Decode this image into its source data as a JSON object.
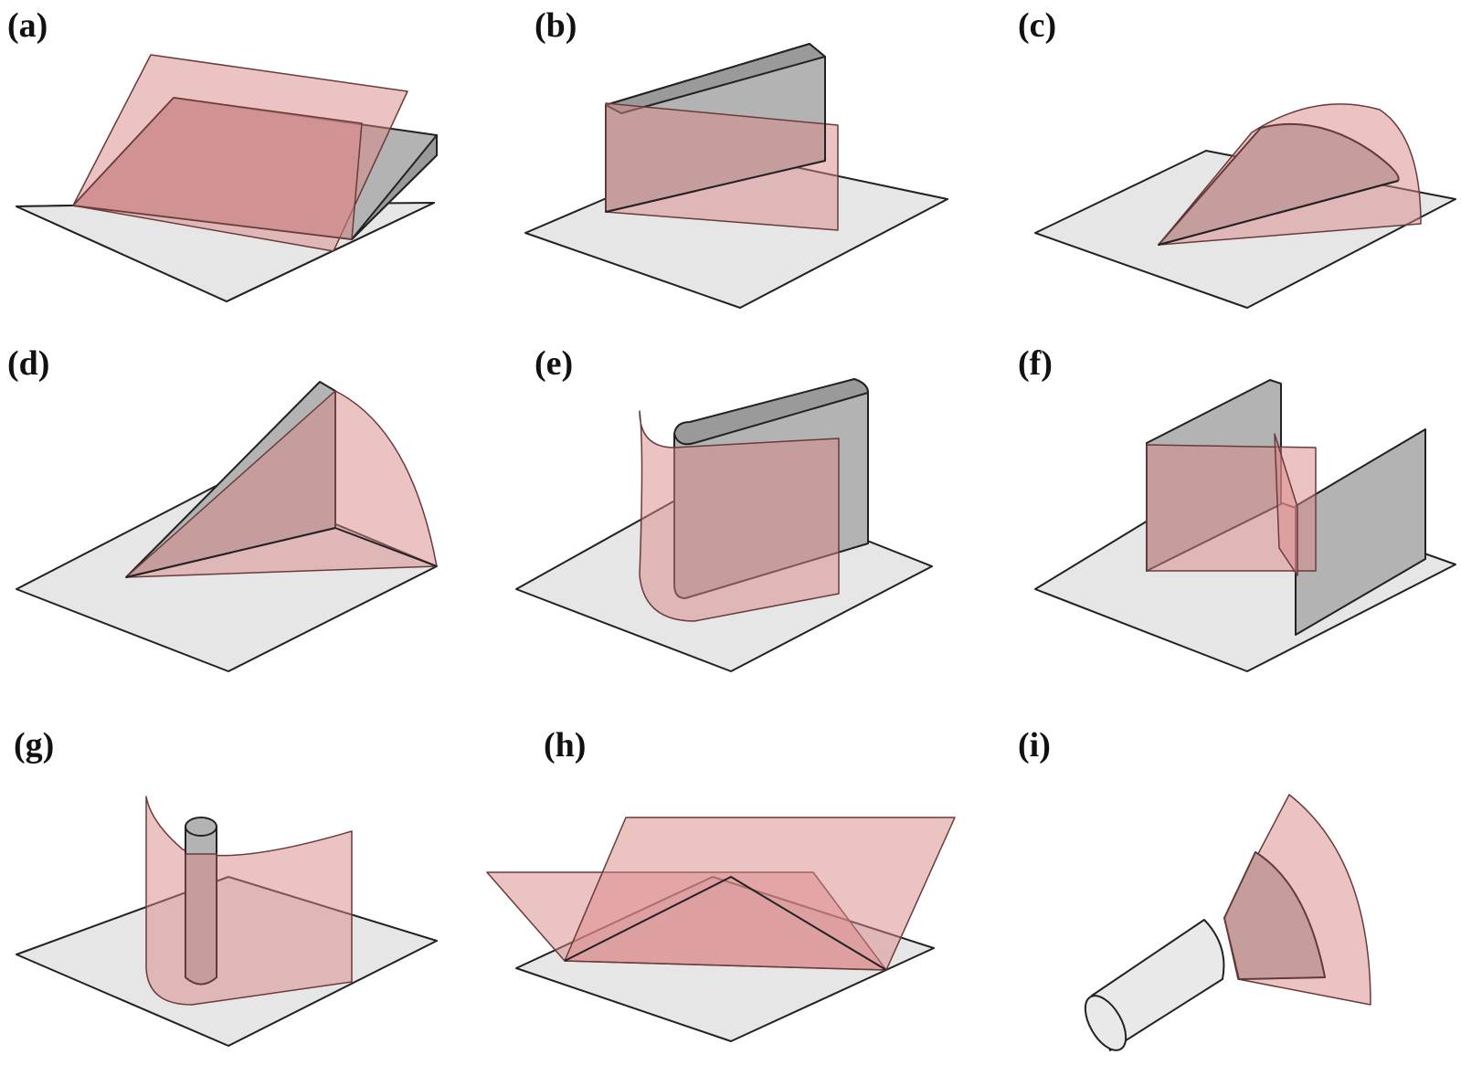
{
  "figure": {
    "panels": [
      {
        "id": "a",
        "label": "(a)"
      },
      {
        "id": "b",
        "label": "(b)"
      },
      {
        "id": "c",
        "label": "(c)"
      },
      {
        "id": "d",
        "label": "(d)"
      },
      {
        "id": "e",
        "label": "(e)"
      },
      {
        "id": "f",
        "label": "(f)"
      },
      {
        "id": "g",
        "label": "(g)"
      },
      {
        "id": "h",
        "label": "(h)"
      },
      {
        "id": "i",
        "label": "(i)"
      }
    ],
    "colors": {
      "base_plane": "#e6e6e6",
      "solid": "#b3b3b3",
      "section_plane": "#d98888",
      "outline": "#222222"
    }
  }
}
